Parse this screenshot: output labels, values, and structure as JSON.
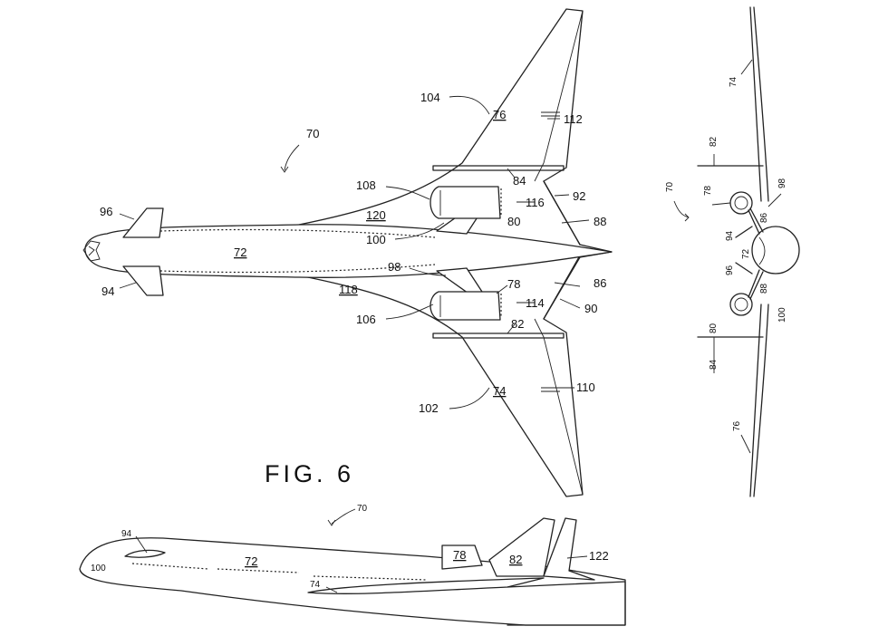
{
  "figure": {
    "title": "FIG. 6"
  },
  "top_view": {
    "labels": {
      "aircraft": "70",
      "fuselage": "72",
      "wing_lower": "74",
      "wing_upper": "76",
      "engine_lower": "78",
      "engine_upper": "80",
      "fin_lower": "82",
      "fin_upper": "84",
      "tail_lower": "86",
      "tail_upper": "88",
      "tail_edge_lower": "90",
      "tail_edge_upper": "92",
      "canard_lower": "94",
      "canard_upper": "96",
      "pylon_lower": "98",
      "pylon_upper": "100",
      "le_lower": "102",
      "le_upper": "104",
      "nacelle_lower": "106",
      "nacelle_upper": "108",
      "aileron_lower": "110",
      "aileron_upper": "112",
      "nozzle_lower": "114",
      "nozzle_upper": "116",
      "root_lower": "118",
      "root_upper": "120"
    }
  },
  "front_view": {
    "labels": {
      "aircraft": "70",
      "fuselage": "72",
      "wing_top": "74",
      "wing_bottom": "76",
      "engine_top": "78",
      "engine_bottom": "80",
      "fin_top": "82",
      "fin_bottom": "84",
      "canard_top": "96",
      "canard_bottom": "94",
      "pylon_top": "98",
      "pylon_bottom": "100",
      "tail_top": "86",
      "tail_bottom": "88"
    }
  },
  "side_view": {
    "labels": {
      "aircraft": "70",
      "canard": "94",
      "nose": "100",
      "fuselage": "72",
      "wing": "74",
      "engine": "78",
      "fin": "82",
      "tail": "122"
    }
  }
}
